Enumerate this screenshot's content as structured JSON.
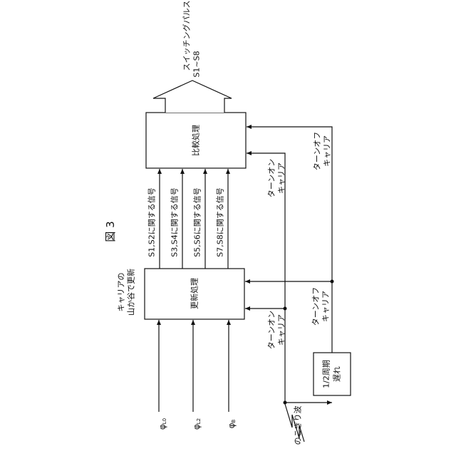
{
  "figure": {
    "title": "図 3",
    "blocks": {
      "compare": "比較処理",
      "update": "更新処理",
      "delay": [
        "1/2周期",
        "遅れ"
      ]
    },
    "output": [
      "スイッチングパルス",
      "S1~S8"
    ],
    "signals": [
      "S1,S2に関する信号",
      "S3,S4に関する信号",
      "S5,S6に関する信号",
      "S7,S8に関する信号"
    ],
    "inputs": [
      {
        "main": "φ",
        "sub": "L0"
      },
      {
        "main": "φ",
        "sub": "L2"
      },
      {
        "main": "φ",
        "sub": "B"
      }
    ],
    "update_note": [
      "キャリアの",
      "山か谷で更新"
    ],
    "turn_on_carrier": [
      "ターンオン",
      "キャリア"
    ],
    "turn_off_carrier": [
      "ターンオフ",
      "キャリア"
    ],
    "sawtooth_wave": "のこぎり波"
  }
}
